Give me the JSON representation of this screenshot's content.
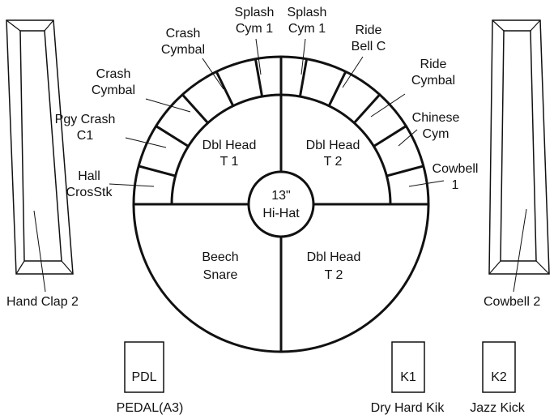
{
  "colors": {
    "line": "#111111",
    "background": "#ffffff"
  },
  "center_pad": {
    "line1": "13\"",
    "line2": "Hi-Hat"
  },
  "inner_pads": {
    "upper_left": {
      "line1": "Dbl Head",
      "line2": "T 1"
    },
    "upper_right": {
      "line1": "Dbl Head",
      "line2": "T 2"
    },
    "lower_left": {
      "line1": "Beech",
      "line2": "Snare"
    },
    "lower_right": {
      "line1": "Dbl Head",
      "line2": "T 2"
    }
  },
  "rim_pads": [
    {
      "line1": "Hall",
      "line2": "CrosStk"
    },
    {
      "line1": "Pgy Crash",
      "line2": "C1"
    },
    {
      "line1": "Crash",
      "line2": "Cymbal"
    },
    {
      "line1": "Crash",
      "line2": "Cymbal"
    },
    {
      "line1": "Splash",
      "line2": "Cym 1"
    },
    {
      "line1": "Splash",
      "line2": "Cym 1"
    },
    {
      "line1": "Ride",
      "line2": "Bell C"
    },
    {
      "line1": "Ride",
      "line2": "Cymbal"
    },
    {
      "line1": "Chinese",
      "line2": "Cym"
    },
    {
      "line1": "Cowbell",
      "line2": "1"
    }
  ],
  "side_strips": {
    "left": {
      "label": "Hand Clap 2"
    },
    "right": {
      "label": "Cowbell 2"
    }
  },
  "foot_pads": {
    "pedal": {
      "box": "PDL",
      "label": "PEDAL(A3)"
    },
    "kick1": {
      "box": "K1",
      "label": "Dry Hard Kik"
    },
    "kick2": {
      "box": "K2",
      "label": "Jazz Kick"
    }
  }
}
